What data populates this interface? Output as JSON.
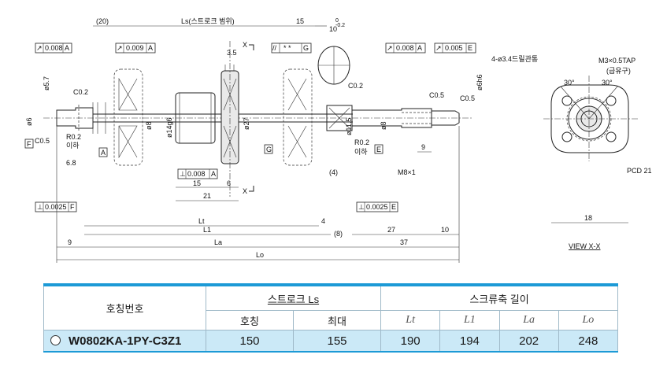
{
  "drawing": {
    "view_label": "VIEW X-X",
    "section_label_top": "X",
    "section_label_bottom": "X",
    "ls_range_label": "Ls(스트로크 범위)",
    "dims": {
      "d20": "(20)",
      "d15_top": "15",
      "d10": "10",
      "d10_tol": "0\n-0.2",
      "d3_5": "3.5",
      "d15_bot": "15",
      "d6": "6",
      "d21": "21",
      "d4_paren": "(4)",
      "d9_right": "9",
      "d4": "4",
      "d8_paren": "(8)",
      "d27": "27",
      "d37": "37",
      "d10_right": "10",
      "d9_left": "9",
      "d6_8": "6.8",
      "d18": "18"
    },
    "lengths": {
      "lt": "Lt",
      "l1": "L1",
      "la": "La",
      "lo": "Lo"
    },
    "diameters": {
      "phi5_7": "ø5.7",
      "phi6_left": "ø6",
      "phi8_left": "ø8",
      "phi14": "ø14g6",
      "phi27": "ø27",
      "phi11_5": "ø11.5",
      "phi8_right": "ø8",
      "phi6h6": "ø6h6"
    },
    "chamfers": {
      "c02_left": "C0.2",
      "c05_left": "C0.5",
      "c02_right": "C0.2",
      "c05_mid": "C0.5",
      "c05_right": "C0.5"
    },
    "radii": {
      "r02_left": "R0.2",
      "r02_left_sub": "이하",
      "r02_right": "R0.2",
      "r02_right_sub": "이하"
    },
    "thread": "M8×1",
    "holes": "4-ø3.4드릴관통",
    "tap": "M3×0.5TAP",
    "tap_sub": "(급유구)",
    "angle1": "30°",
    "angle2": "30°",
    "pcd": "PCD 21",
    "tolerances": {
      "runout_0008_a1": "0.008",
      "runout_0009_a": "0.009",
      "parallel": "* *",
      "runout_0008_a2": "0.008",
      "runout_0005_e": "0.005",
      "perp_0008_a": "0.008",
      "perp_00025_f": "0.0025",
      "perp_00025_e": "0.0025"
    },
    "datums": {
      "a": "A",
      "e": "E",
      "f": "F",
      "g": "G"
    }
  },
  "table": {
    "model_header": "호칭번호",
    "stroke_header": "스트로크 Ls",
    "screw_length_header": "스크류축 길이",
    "nominal_header": "호칭",
    "max_header": "최대",
    "col_lt": "Lt",
    "col_l1": "L1",
    "col_la": "La",
    "col_lo": "Lo",
    "rows": [
      {
        "model": "W0802KA-1PY-C3Z1",
        "nominal": "150",
        "max": "155",
        "lt": "190",
        "l1": "194",
        "la": "202",
        "lo": "248"
      }
    ]
  },
  "colors": {
    "accent": "#1c9ad6",
    "row_fill": "#cbe9f7"
  }
}
